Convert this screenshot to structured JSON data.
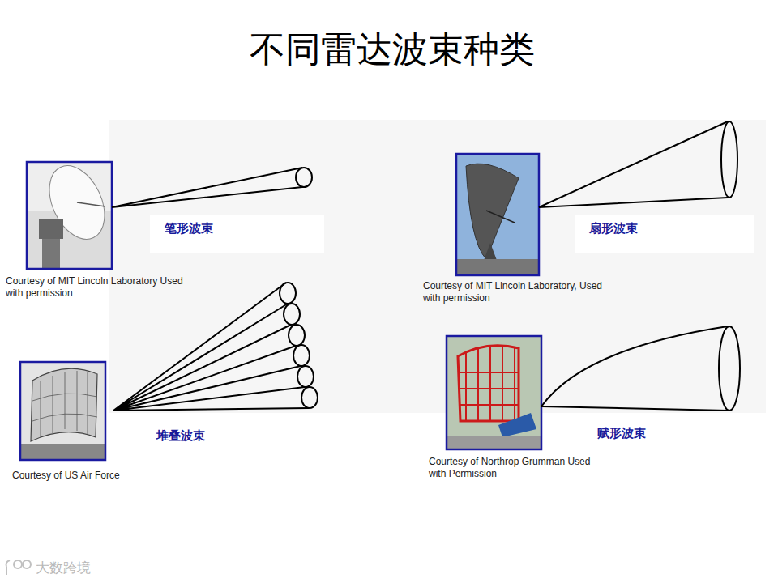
{
  "diagram": {
    "title": "不同雷达波束种类",
    "labels": [
      "笔形波束",
      "Courtesy of MIT Lincoln Laboratory Used with permission",
      "扇形波束",
      "Courtesy of MIT Lincoln Laboratory, Used with permission",
      "堆叠波束",
      "Courtesy of US Air Force",
      "赋形波束",
      "Courtesy of Northrop Grumman Used with Permission",
      "大数跨境"
    ]
  }
}
